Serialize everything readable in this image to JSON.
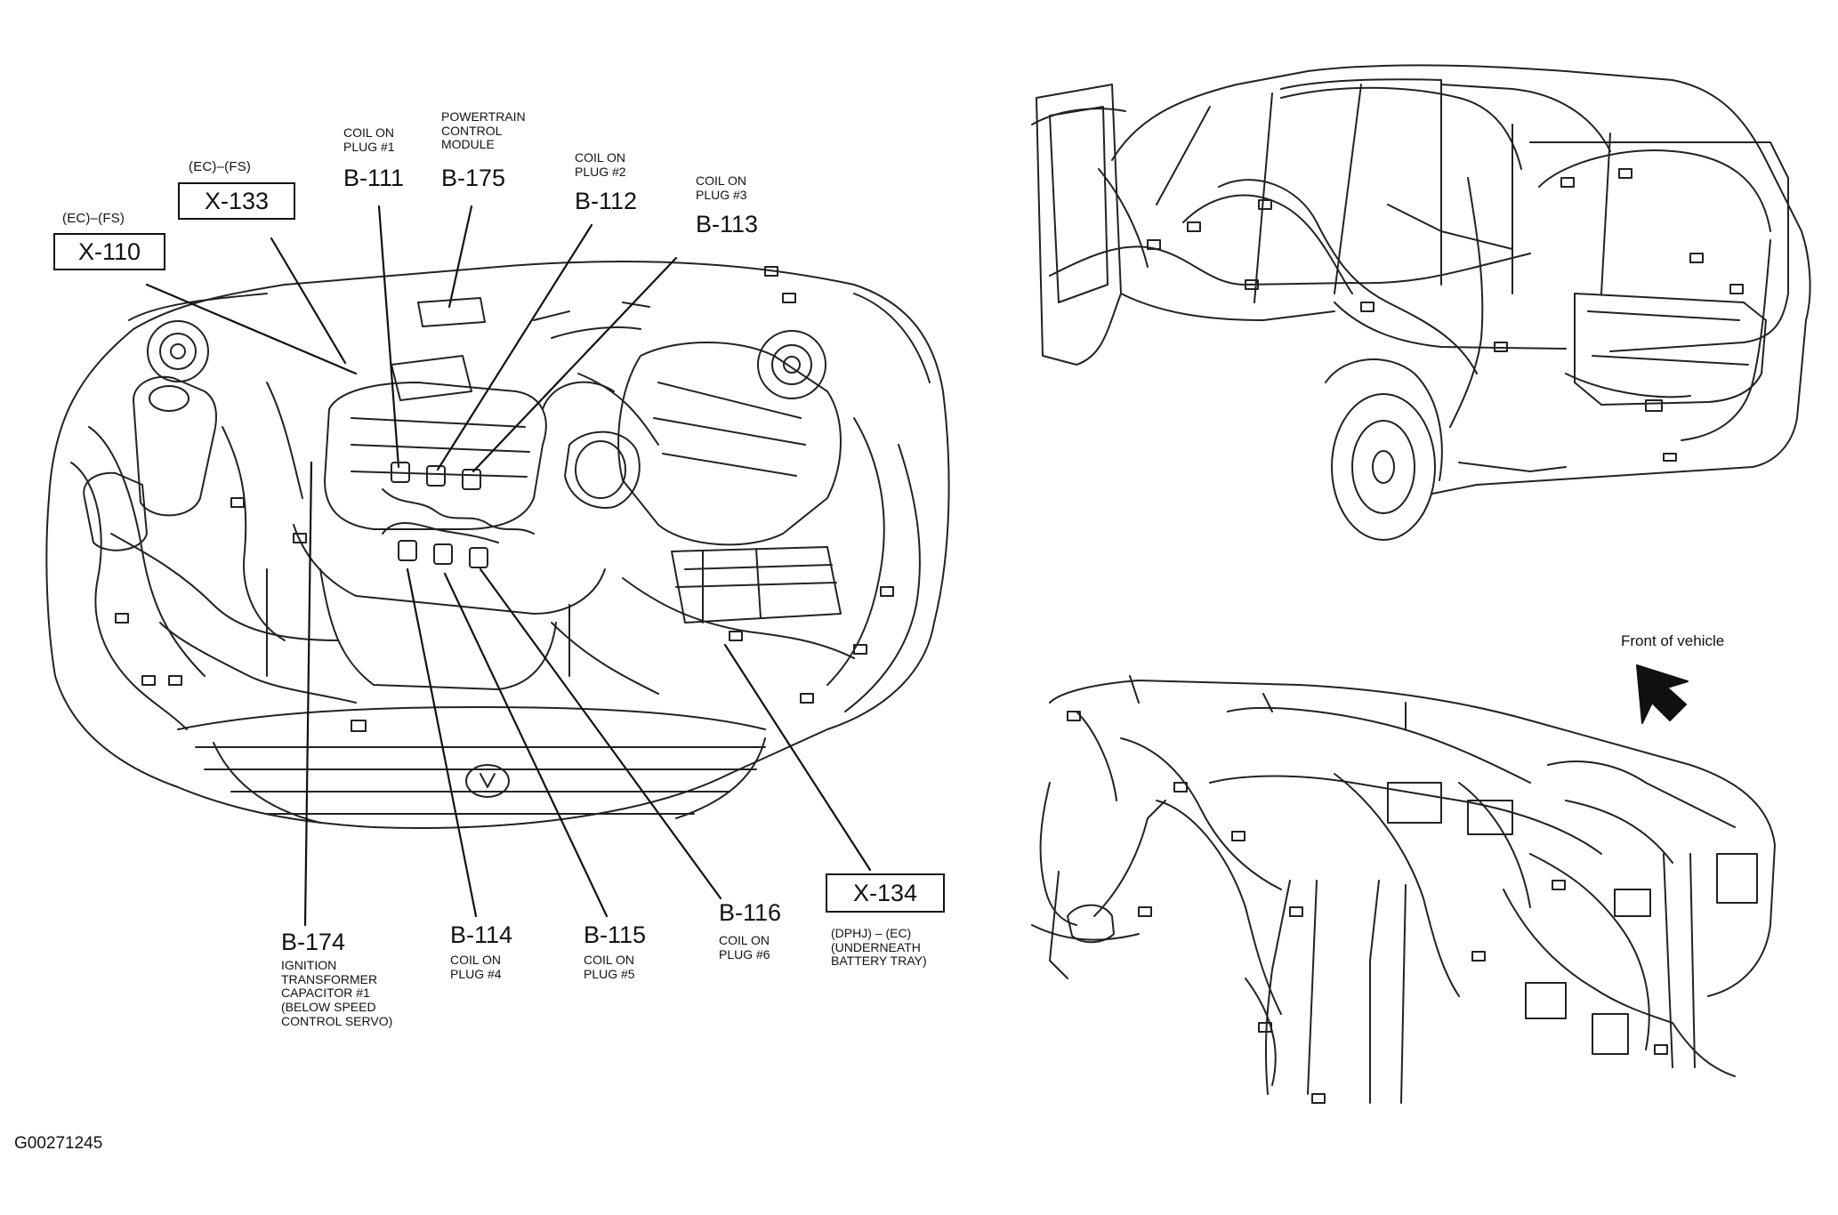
{
  "figure_id": "G00271245",
  "callouts": {
    "x110": {
      "qualifier": "(EC)–(FS)",
      "code": "X-110"
    },
    "x133": {
      "qualifier": "(EC)–(FS)",
      "code": "X-133"
    },
    "b111": {
      "desc": "COIL ON\nPLUG #1",
      "code": "B-111"
    },
    "b175": {
      "desc": "POWERTRAIN\nCONTROL\nMODULE",
      "code": "B-175"
    },
    "b112": {
      "desc": "COIL ON\nPLUG #2",
      "code": "B-112"
    },
    "b113": {
      "desc": "COIL ON\nPLUG #3",
      "code": "B-113"
    },
    "b174": {
      "code": "B-174",
      "desc": "IGNITION\nTRANSFORMER\nCAPACITOR #1\n(BELOW SPEED\nCONTROL SERVO)"
    },
    "b114": {
      "code": "B-114",
      "desc": "COIL ON\nPLUG #4"
    },
    "b115": {
      "code": "B-115",
      "desc": "COIL ON\nPLUG #5"
    },
    "b116": {
      "code": "B-116",
      "desc": "COIL ON\nPLUG #6"
    },
    "x134": {
      "code": "X-134",
      "desc": "(DPHJ) – (EC)\n(UNDERNEATH\nBATTERY TRAY)"
    }
  },
  "front_of_vehicle": "Front of vehicle"
}
